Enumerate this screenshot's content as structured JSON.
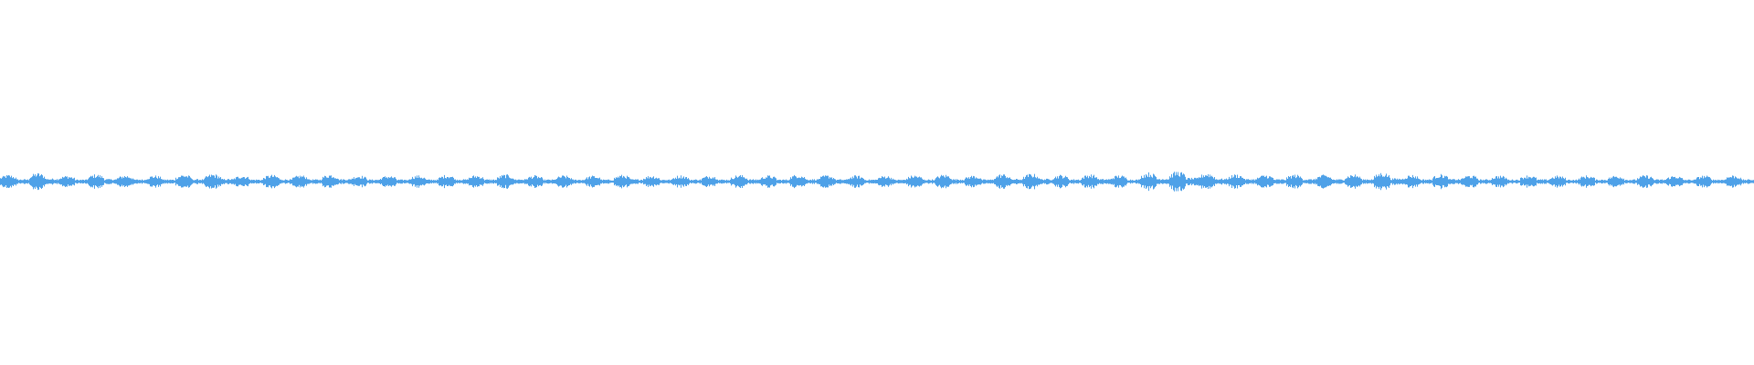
{
  "waveform": {
    "color": "#4ea1e8",
    "baseline_amplitude": 0.012,
    "sample_count": 1920,
    "envelope": [
      0.55,
      0.7,
      0.48,
      0.6,
      0.52,
      0.5,
      0.58,
      0.62,
      0.5,
      0.55,
      0.52,
      0.6,
      0.5,
      0.48,
      0.5,
      0.55,
      0.52,
      0.58,
      0.5,
      0.5,
      0.48,
      0.55,
      0.5,
      0.52,
      0.5,
      0.55,
      0.5,
      0.58,
      0.52,
      0.5,
      0.48,
      0.52,
      0.58,
      0.5,
      0.62,
      0.65,
      0.55,
      0.6,
      0.52,
      0.75,
      0.85,
      0.7,
      0.6,
      0.55,
      0.58,
      0.55,
      0.6,
      0.75,
      0.55,
      0.6,
      0.52,
      0.5,
      0.52,
      0.48,
      0.5,
      0.5,
      0.52,
      0.48,
      0.5,
      0.52
    ]
  }
}
